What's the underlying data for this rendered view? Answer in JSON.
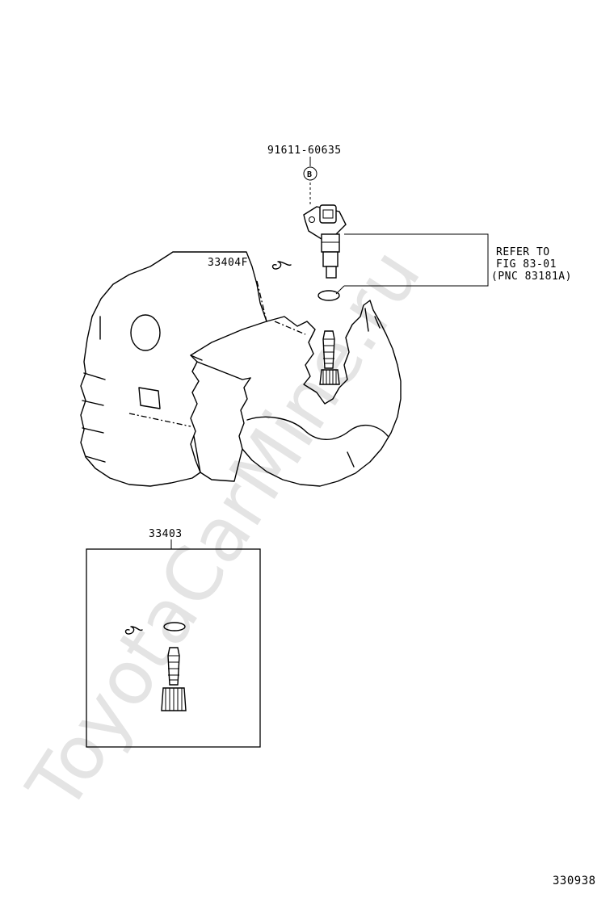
{
  "watermark": "ToyotaCarMine.ru",
  "callouts": {
    "sensor_part_no": "91611-60635",
    "bolt_mark": "B",
    "sleeve_clip_part_no": "33404F",
    "kit_part_no": "33403",
    "figure_id": "330938"
  },
  "refer_note": {
    "line1": "REFER TO",
    "line2": "FIG 83-01",
    "line3": "(PNC 83181A)"
  }
}
